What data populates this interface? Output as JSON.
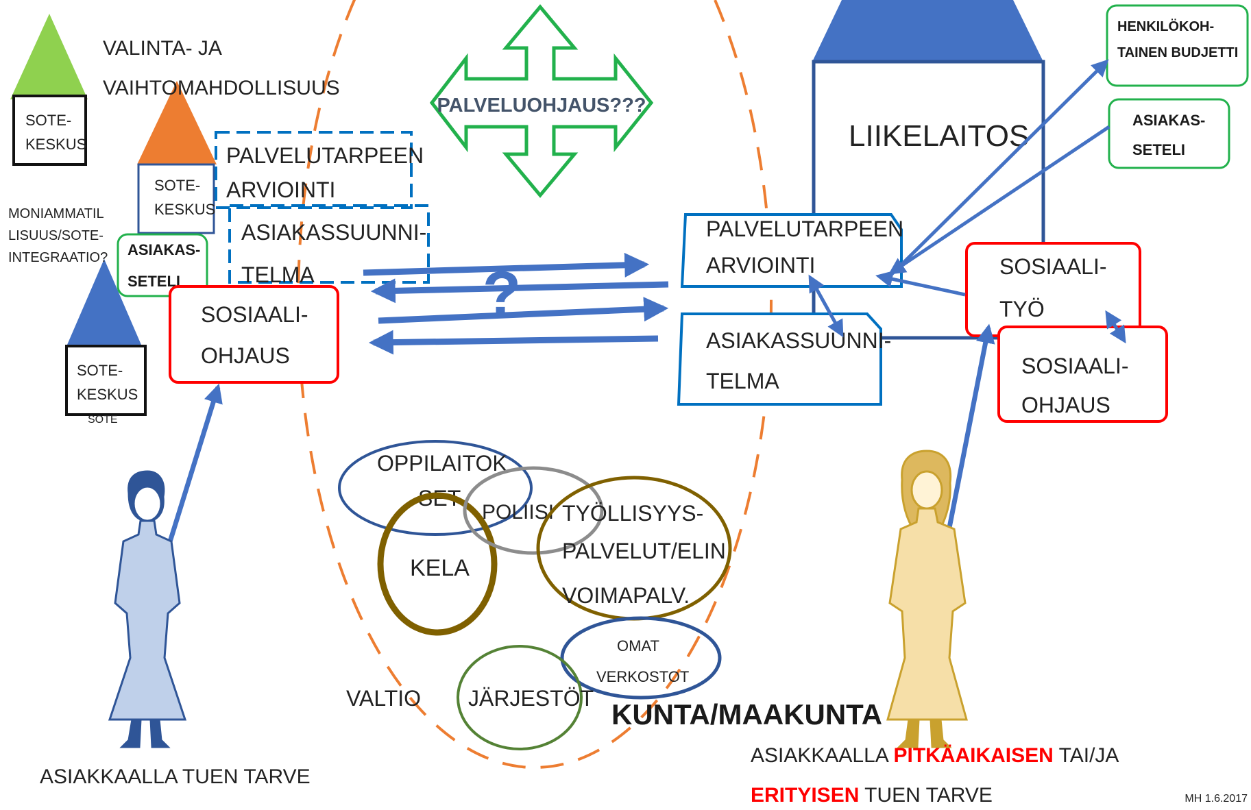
{
  "title_choice": [
    "VALINTA- JA",
    "VAIHTOMAHDOLLISUUS"
  ],
  "sote_label": [
    "SOTE-",
    "KESKUS"
  ],
  "sote_label_partial": "SOTE",
  "multiprof_label": [
    "MONIAMMATIL",
    "LISUUS/SOTE-",
    "INTEGRAATIO?"
  ],
  "voucher_label": [
    "ASIAKAS-",
    "SETELI"
  ],
  "palveluohjaus": "PALVELUOHJAUS???",
  "question_mark": "?",
  "left_assessment": [
    "PALVELUTARPEEN",
    "ARVIOINTI"
  ],
  "left_plan": [
    "ASIAKASSUUNNI-",
    "TELMA"
  ],
  "left_social_guidance": [
    "SOSIAALI-",
    "OHJAUS"
  ],
  "liikelaitos": "LIIKELAITOS",
  "personal_budget": [
    "HENKILÖKOH-",
    "TAINEN BUDJETTI"
  ],
  "right_voucher": [
    "ASIAKAS-",
    "SETELI"
  ],
  "right_assessment": [
    "PALVELUTARPEEN",
    "ARVIOINTI"
  ],
  "right_plan": [
    "ASIAKASSUUNNI-",
    "TELMA"
  ],
  "social_work": [
    "SOSIAALI-",
    "TYÖ"
  ],
  "right_social_guidance": [
    "SOSIAALI-",
    "OHJAUS"
  ],
  "network": {
    "oppilaitokset": [
      "OPPILAITOK",
      "SET"
    ],
    "poliisi": "POLIISI",
    "tyollisyys": [
      "TYÖLLISYYS-",
      "PALVELUT/ELIN",
      "VOIMAPALV."
    ],
    "kela": "KELA",
    "omat_verkostot": [
      "OMAT",
      "VERKOSTOT"
    ],
    "jarjestot": "JÄRJESTÖT"
  },
  "valtio": "VALTIO",
  "kunta_maakunta": "KUNTA/MAAKUNTA",
  "left_client_need": "ASIAKKAALLA TUEN TARVE",
  "right_client_need": {
    "line1_prefix": "ASIAKKAALLA ",
    "line1_red": "PITKÄAIKAISEN",
    "line1_suffix": " TAI/JA",
    "line2_red": "ERITYISEN",
    "line2_suffix": " TUEN TARVE"
  },
  "signature": "MH 1.6.2017",
  "colors": {
    "blue": "#4472C4",
    "dark_blue": "#2F5597",
    "red": "#FF0000",
    "green": "#22B14C",
    "orange": "#ED7D31",
    "gold": "#DDB85E",
    "olive": "#7F6000",
    "gray": "#8C8C8C",
    "dark_green": "#548235",
    "palette_green": "#8FD14F"
  }
}
